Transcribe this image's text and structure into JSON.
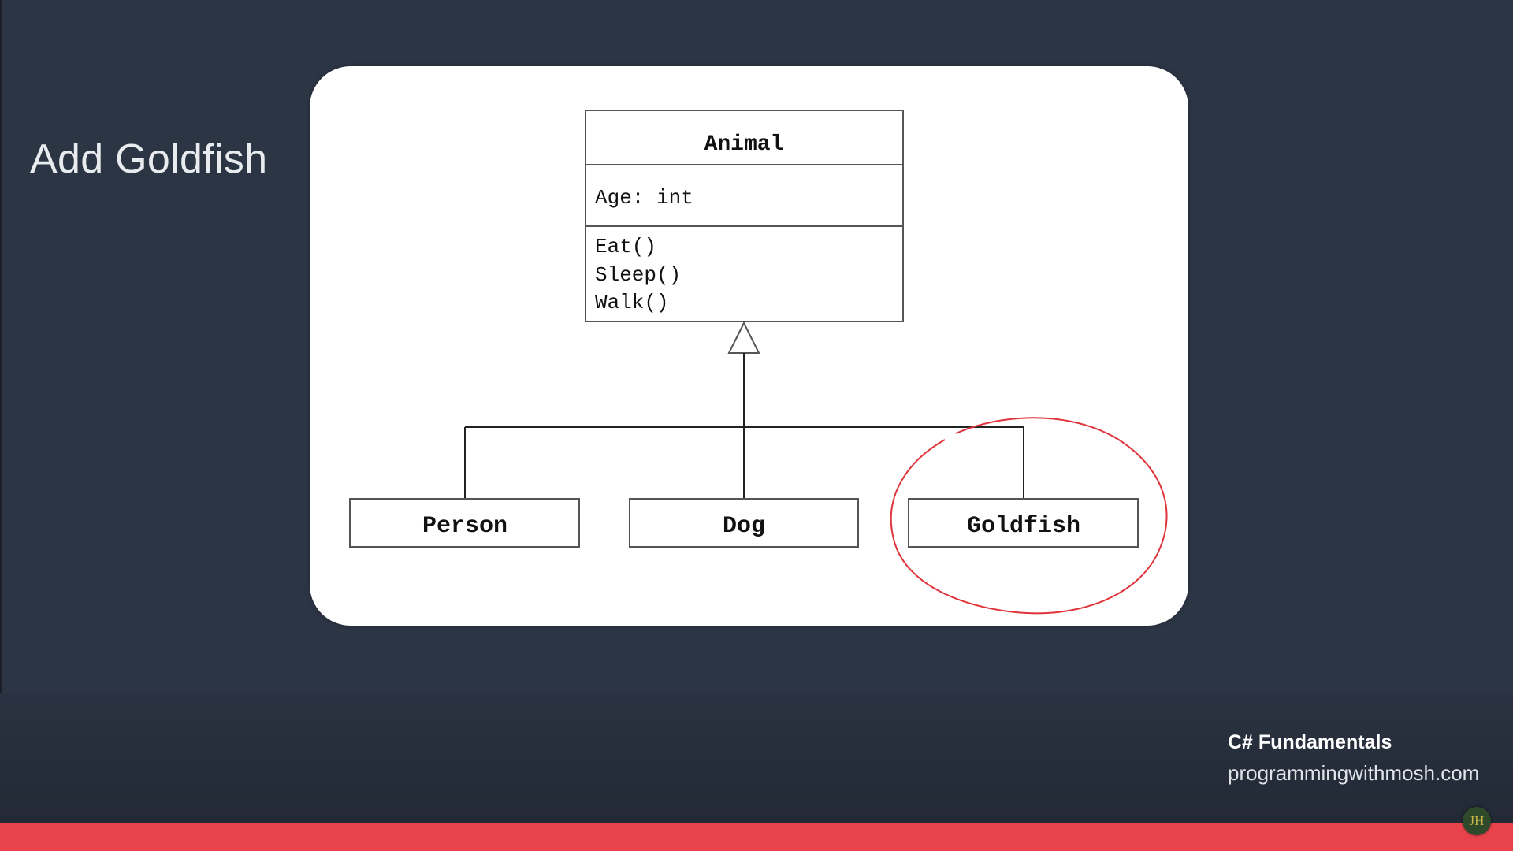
{
  "slide": {
    "title": "Add Goldfish"
  },
  "diagram": {
    "base_class": {
      "name": "Animal",
      "attributes": [
        "Age: int"
      ],
      "methods": [
        "Eat()",
        "Sleep()",
        "Walk()"
      ]
    },
    "subclasses": [
      "Person",
      "Dog",
      "Goldfish"
    ],
    "highlighted": "Goldfish",
    "highlight_color": "#e0343a"
  },
  "footer": {
    "course": "C# Fundamentals",
    "site": "programmingwithmosh.com",
    "badge": "JH"
  },
  "colors": {
    "background": "#2c3544",
    "accent_bar": "#e8434d"
  }
}
